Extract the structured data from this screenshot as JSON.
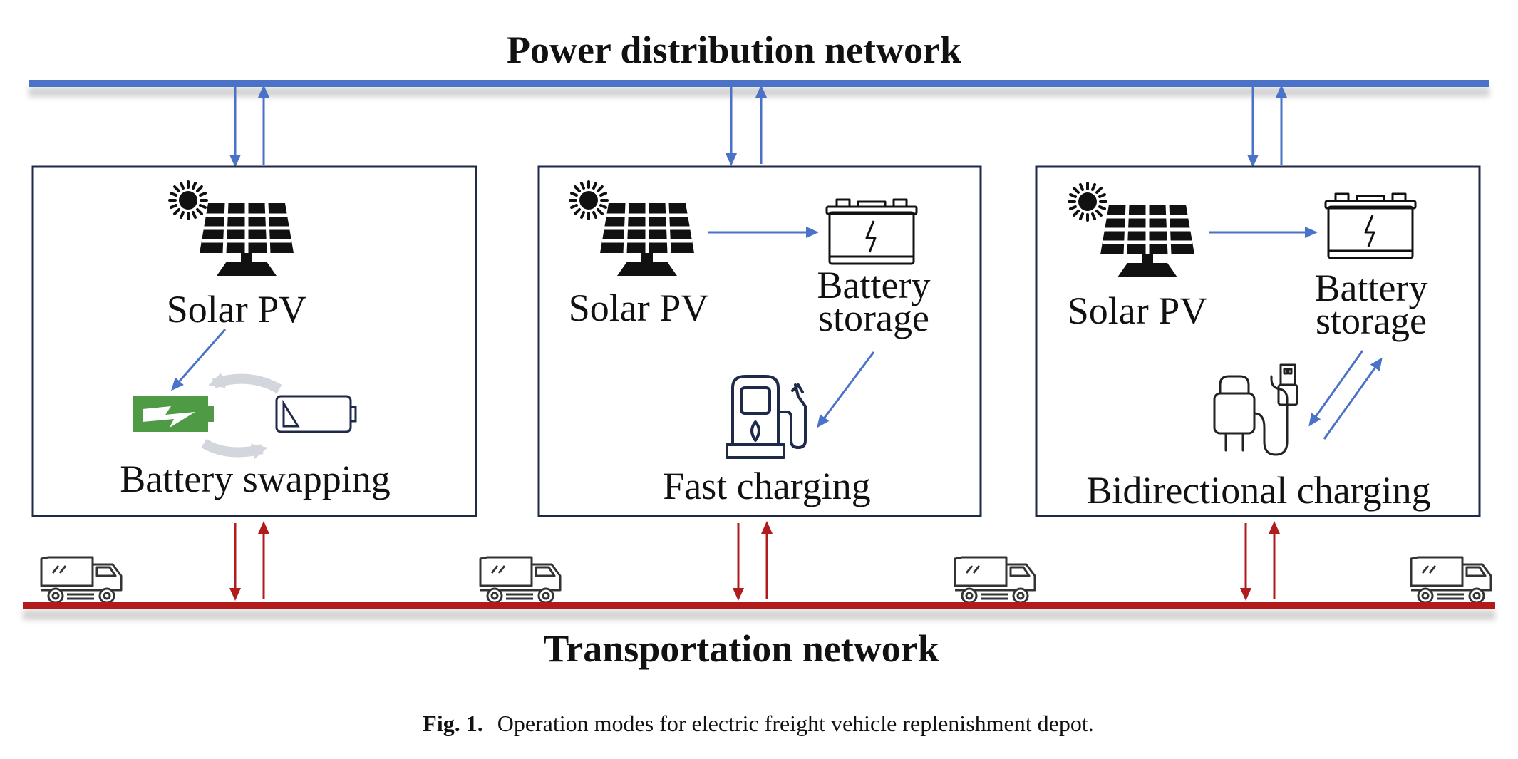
{
  "top_network_label": "Power distribution network",
  "bottom_network_label": "Transportation network",
  "caption": {
    "prefix": "Fig. 1.",
    "text": "Operation modes for electric freight vehicle replenishment depot."
  },
  "colors": {
    "power_line": "#4a72c8",
    "transport_line": "#b01c1c",
    "box_border": "#1f2a4a",
    "swap_battery_green": "#4e9a45",
    "icon_dark": "#111111",
    "grey_arrow": "#d3d6dc"
  },
  "depots": [
    {
      "solar_label": "Solar PV",
      "mode_label": "Battery swapping"
    },
    {
      "solar_label": "Solar PV",
      "storage_label_line1": "Battery",
      "storage_label_line2": "storage",
      "mode_label": "Fast charging"
    },
    {
      "solar_label": "Solar PV",
      "storage_label_line1": "Battery",
      "storage_label_line2": "storage",
      "mode_label": "Bidirectional charging"
    }
  ],
  "icons": {
    "sun": "sun-icon",
    "solar_panel": "solar-panel-icon",
    "battery_full": "battery-full-icon",
    "battery_empty": "battery-empty-icon",
    "battery_storage": "car-battery-icon",
    "fuel_pump": "charging-station-icon",
    "charger_plug": "charger-plug-icon",
    "truck": "truck-icon"
  }
}
